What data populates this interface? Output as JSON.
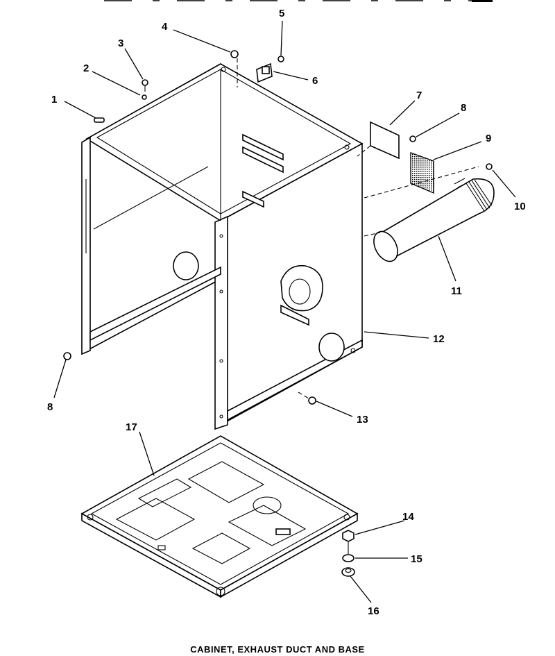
{
  "diagram": {
    "caption": "CABINET, EXHAUST DUCT AND BASE",
    "callouts": [
      {
        "id": "cabinet-top-cap",
        "label": "1"
      },
      {
        "id": "washer-small",
        "label": "2"
      },
      {
        "id": "screw-top",
        "label": "3"
      },
      {
        "id": "nut-top",
        "label": "4"
      },
      {
        "id": "screw-bracket",
        "label": "5"
      },
      {
        "id": "bracket-clip",
        "label": "6"
      },
      {
        "id": "access-cover",
        "label": "7"
      },
      {
        "id": "screw-cover",
        "label": "8"
      },
      {
        "id": "lint-screen",
        "label": "9"
      },
      {
        "id": "screw-duct",
        "label": "10"
      },
      {
        "id": "exhaust-duct",
        "label": "11"
      },
      {
        "id": "cabinet-shell",
        "label": "12"
      },
      {
        "id": "screw-rear",
        "label": "13"
      },
      {
        "id": "leveling-nut",
        "label": "14"
      },
      {
        "id": "leveling-leg",
        "label": "15"
      },
      {
        "id": "foot-cup",
        "label": "16"
      },
      {
        "id": "cabinet-base",
        "label": "17"
      },
      {
        "id": "screw-left",
        "label": "8"
      }
    ]
  }
}
